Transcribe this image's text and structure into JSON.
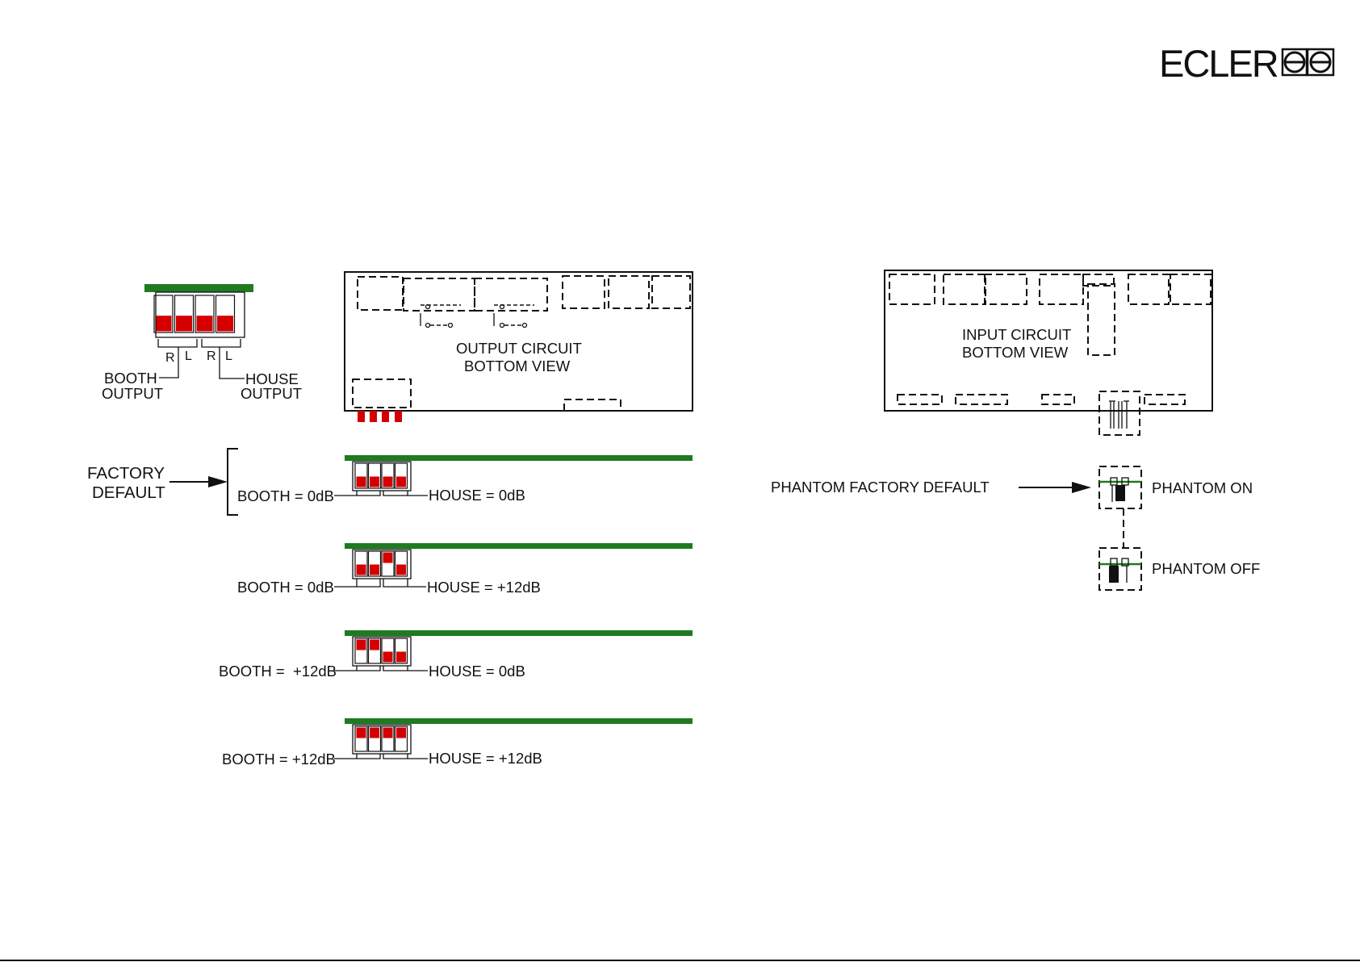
{
  "logo": {
    "text": "ECLER"
  },
  "colors": {
    "pcb_green": "#1f7a21",
    "switch_red": "#d40000",
    "jumper_black": "#111111",
    "background": "#ffffff"
  },
  "output_circuit": {
    "title_line1": "OUTPUT CIRCUIT",
    "title_line2": "BOTTOM VIEW"
  },
  "input_circuit": {
    "title_line1": "INPUT CIRCUIT",
    "title_line2": "BOTTOM VIEW"
  },
  "switch_legend": {
    "r1": "R",
    "l1": "L",
    "r2": "R",
    "l2": "L",
    "booth_line1": "BOOTH",
    "booth_line2": "OUTPUT",
    "house_line1": "HOUSE",
    "house_line2": "OUTPUT",
    "switch_states": [
      "down",
      "down",
      "down",
      "down"
    ]
  },
  "factory_default": {
    "line1": "FACTORY",
    "line2": "DEFAULT"
  },
  "settings": [
    {
      "booth": "BOOTH = 0dB",
      "house": "HOUSE = 0dB",
      "switch_states": [
        "down",
        "down",
        "down",
        "down"
      ]
    },
    {
      "booth": "BOOTH = 0dB",
      "house": "HOUSE = +12dB",
      "switch_states": [
        "down",
        "down",
        "up",
        "down"
      ]
    },
    {
      "booth": "BOOTH =  +12dB",
      "house": "HOUSE = 0dB",
      "switch_states": [
        "up",
        "up",
        "down",
        "down"
      ]
    },
    {
      "booth": "BOOTH = +12dB",
      "house": "HOUSE = +12dB",
      "switch_states": [
        "up",
        "up",
        "up",
        "up"
      ]
    }
  ],
  "phantom": {
    "factory_default": "PHANTOM FACTORY DEFAULT",
    "on": "PHANTOM ON",
    "off": "PHANTOM OFF"
  }
}
